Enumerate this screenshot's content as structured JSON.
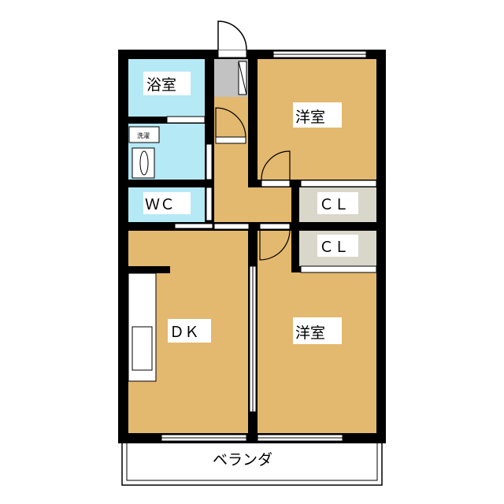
{
  "rooms": {
    "bath": "浴室",
    "laundry": "洗濯",
    "wc": "ＷＣ",
    "western_room_1": "洋室",
    "closet_1": "ＣＬ",
    "closet_2": "ＣＬ",
    "dk": "ＤＫ",
    "western_room_2": "洋室",
    "balcony": "ベランダ"
  },
  "colors": {
    "wall": "#000000",
    "wet_area": "#b5e9f6",
    "living": "#e3b86f",
    "entrance": "#c2c2c2",
    "closet": "#d9d6ca"
  }
}
